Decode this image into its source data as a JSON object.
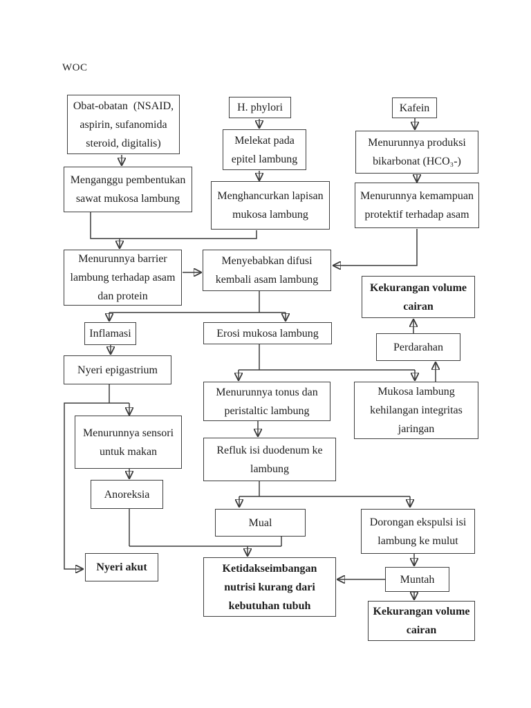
{
  "page": {
    "title": "WOC"
  },
  "diagram": {
    "nodes": {
      "obat": {
        "lines": [
          "Obat-obatan  (NSAID,",
          "aspirin, sufanomida",
          "steroid, digitalis)"
        ],
        "emphasis": "normal"
      },
      "h_phylori": {
        "lines": [
          "H. phylori"
        ],
        "emphasis": "normal"
      },
      "kafein": {
        "lines": [
          "Kafein"
        ],
        "emphasis": "normal"
      },
      "melekat": {
        "lines": [
          "Melekat pada",
          "epitel lambung"
        ],
        "emphasis": "normal"
      },
      "produksi": {
        "lines": [
          "Menurunnya produksi",
          "bikarbonat (HCO₃-)"
        ],
        "emphasis": "normal"
      },
      "menganggu": {
        "lines": [
          "Menganggu pembentukan",
          "sawat mukosa lambung"
        ],
        "emphasis": "normal"
      },
      "menghancurkan": {
        "lines": [
          "Menghancurkan lapisan",
          "mukosa lambung"
        ],
        "emphasis": "normal"
      },
      "protektif": {
        "lines": [
          "Menurunnya kemampuan",
          "protektif terhadap asam"
        ],
        "emphasis": "normal"
      },
      "barrier": {
        "lines": [
          "Menurunnya barrier",
          "lambung terhadap asam",
          "dan protein"
        ],
        "emphasis": "normal"
      },
      "difusi": {
        "lines": [
          "Menyebabkan difusi",
          "kembali asam lambung"
        ],
        "emphasis": "normal"
      },
      "kekurangan1": {
        "lines": [
          "Kekurangan volume",
          "cairan"
        ],
        "emphasis": "bold"
      },
      "inflamasi": {
        "lines": [
          "Inflamasi"
        ],
        "emphasis": "normal"
      },
      "erosi": {
        "lines": [
          "Erosi mukosa lambung"
        ],
        "emphasis": "normal"
      },
      "perdarahan": {
        "lines": [
          "Perdarahan"
        ],
        "emphasis": "normal"
      },
      "nyeri_epigastrium": {
        "lines": [
          "Nyeri epigastrium"
        ],
        "emphasis": "normal"
      },
      "tonus": {
        "lines": [
          "Menurunnya tonus dan",
          "peristaltic lambung"
        ],
        "emphasis": "normal"
      },
      "mukosa": {
        "lines": [
          "Mukosa lambung",
          "kehilangan integritas",
          "jaringan"
        ],
        "emphasis": "normal"
      },
      "sensori": {
        "lines": [
          "Menurunnya sensori",
          "untuk makan"
        ],
        "emphasis": "normal"
      },
      "refluk": {
        "lines": [
          "Refluk isi duodenum ke",
          "lambung"
        ],
        "emphasis": "normal"
      },
      "anoreksia": {
        "lines": [
          "Anoreksia"
        ],
        "emphasis": "normal"
      },
      "mual": {
        "lines": [
          "Mual"
        ],
        "emphasis": "normal"
      },
      "dorongan": {
        "lines": [
          "Dorongan ekspulsi isi",
          "lambung ke mulut"
        ],
        "emphasis": "normal"
      },
      "nyeri_akut": {
        "lines": [
          "Nyeri akut"
        ],
        "emphasis": "bold"
      },
      "ketidakseimbangan": {
        "lines": [
          "Ketidakseimbangan",
          "nutrisi kurang dari",
          "kebutuhan tubuh"
        ],
        "emphasis": "bold"
      },
      "muntah": {
        "lines": [
          "Muntah"
        ],
        "emphasis": "normal"
      },
      "kekurangan2": {
        "lines": [
          "Kekurangan volume",
          "cairan"
        ],
        "emphasis": "bold"
      }
    },
    "edges": [
      {
        "from": "obat",
        "to": "menganggu"
      },
      {
        "from": "h_phylori",
        "to": "melekat"
      },
      {
        "from": "melekat",
        "to": "menghancurkan"
      },
      {
        "from": "kafein",
        "to": "produksi"
      },
      {
        "from": "produksi",
        "to": "protektif"
      },
      {
        "from": "menganggu",
        "to": "barrier"
      },
      {
        "from": "menghancurkan",
        "to": "barrier"
      },
      {
        "from": "barrier",
        "to": "difusi"
      },
      {
        "from": "protektif",
        "to": "difusi"
      },
      {
        "from": "difusi",
        "to": "inflamasi"
      },
      {
        "from": "difusi",
        "to": "erosi"
      },
      {
        "from": "inflamasi",
        "to": "nyeri_epigastrium"
      },
      {
        "from": "nyeri_epigastrium",
        "to": "sensori"
      },
      {
        "from": "nyeri_epigastrium",
        "to": "nyeri_akut"
      },
      {
        "from": "sensori",
        "to": "anoreksia"
      },
      {
        "from": "anoreksia",
        "to": "ketidakseimbangan"
      },
      {
        "from": "erosi",
        "to": "tonus"
      },
      {
        "from": "erosi",
        "to": "mukosa"
      },
      {
        "from": "mukosa",
        "to": "perdarahan"
      },
      {
        "from": "perdarahan",
        "to": "kekurangan1"
      },
      {
        "from": "tonus",
        "to": "refluk"
      },
      {
        "from": "refluk",
        "to": "mual"
      },
      {
        "from": "refluk",
        "to": "dorongan"
      },
      {
        "from": "mual",
        "to": "ketidakseimbangan"
      },
      {
        "from": "dorongan",
        "to": "muntah"
      },
      {
        "from": "muntah",
        "to": "ketidakseimbangan"
      },
      {
        "from": "muntah",
        "to": "kekurangan2"
      }
    ]
  }
}
